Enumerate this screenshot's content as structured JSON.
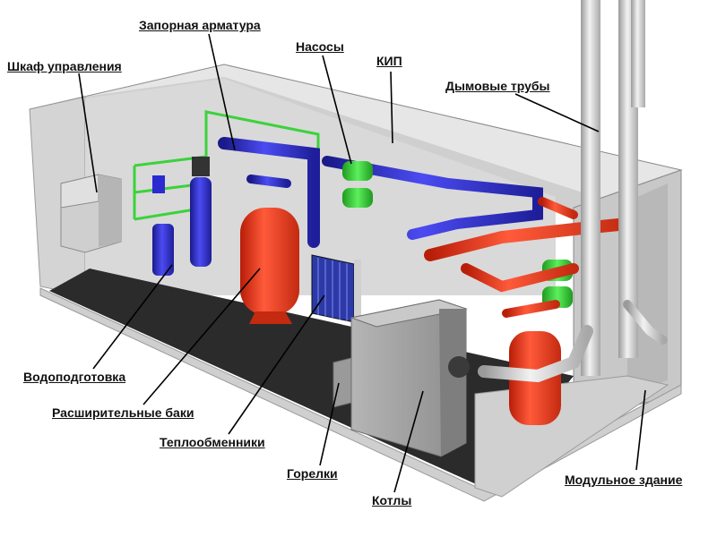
{
  "labels": {
    "control_cabinet": "Шкаф управления",
    "shutoff_valves": "Запорная арматура",
    "pumps": "Насосы",
    "instrumentation": "КИП",
    "chimneys": "Дымовые трубы",
    "water_treatment": "Водоподготовка",
    "expansion_tanks": "Расширительные баки",
    "heat_exchangers": "Теплообменники",
    "burners": "Горелки",
    "boilers": "Котлы",
    "modular_building": "Модульное здание"
  },
  "colors": {
    "shell": "#d9d9d9",
    "floor": "#2b2b2b",
    "blue_pipes": "#2a2ad0",
    "red_pipes": "#e83a1a",
    "green_lines": "#3cd23c",
    "steel": "#bfbfbf"
  }
}
